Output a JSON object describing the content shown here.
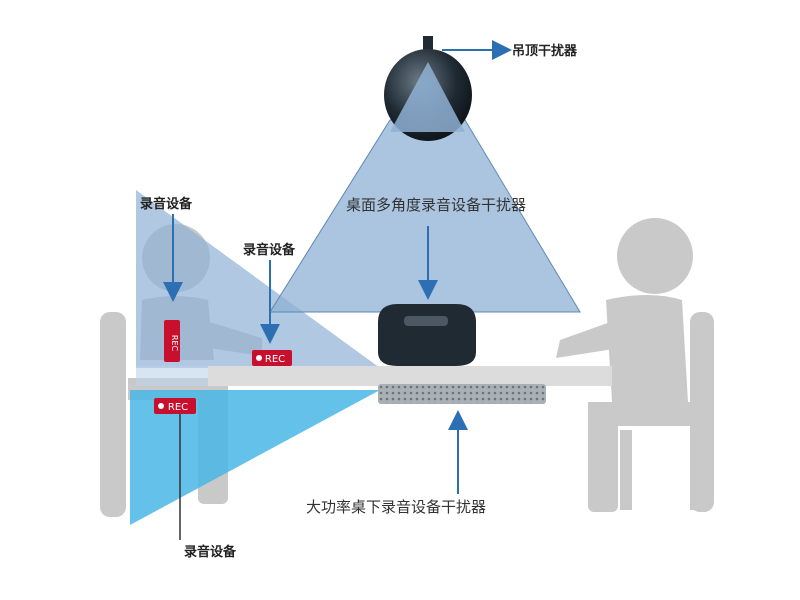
{
  "labels": {
    "ceiling_jammer": "吊顶干扰器",
    "desktop_jammer": "桌面多角度录音设备干扰器",
    "under_desk_jammer": "大功率桌下录音设备干扰器",
    "recorder_top_left": "录音设备",
    "recorder_mid": "录音设备",
    "recorder_bottom": "录音设备"
  },
  "badges": {
    "rec_1": "REC",
    "rec_2": "REC",
    "rec_3": "REC"
  },
  "colors": {
    "person": "#c9c9c9",
    "beam_blue": "#8fb0d4",
    "beam_cyan": "#49b6e6",
    "arrow": "#2d6fb3",
    "rec_red": "#c8102e",
    "device_dark": "#1f2a33"
  },
  "icons": {
    "mic": "microphone-icon"
  }
}
